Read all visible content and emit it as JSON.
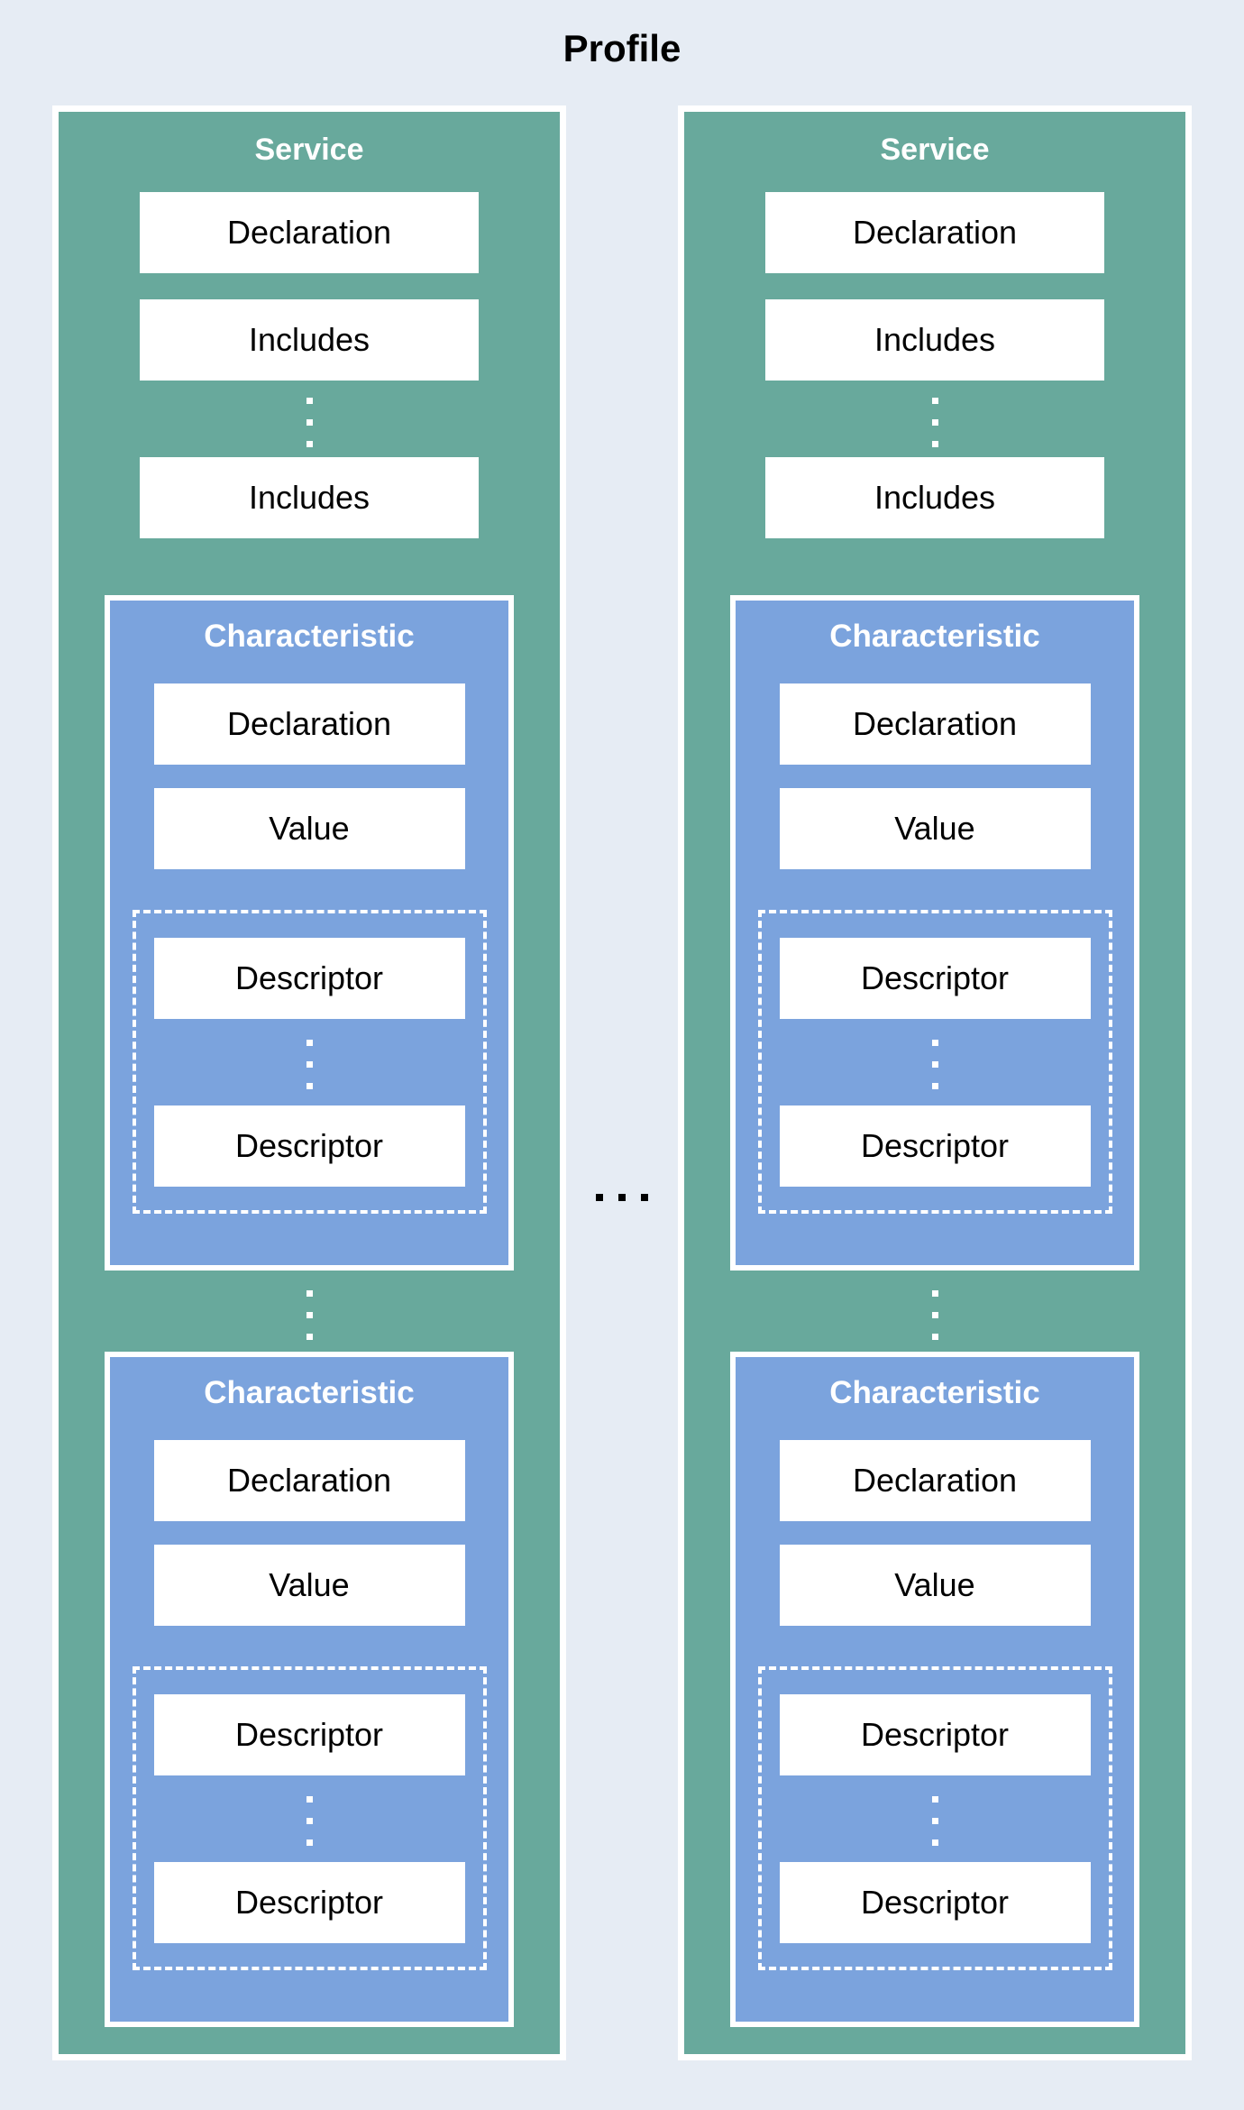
{
  "title": "Profile",
  "colors": {
    "background": "#e6ecf4",
    "service_fill": "#68a99c",
    "characteristic_fill": "#7ba3dd",
    "box_fill": "#ffffff",
    "title_text": "#000000",
    "label_text": "#ffffff"
  },
  "services": [
    {
      "title": "Service",
      "declaration": "Declaration",
      "includes": [
        "Includes",
        "Includes"
      ],
      "characteristics": [
        {
          "title": "Characteristic",
          "declaration": "Declaration",
          "value": "Value",
          "descriptors": [
            "Descriptor",
            "Descriptor"
          ]
        },
        {
          "title": "Characteristic",
          "declaration": "Declaration",
          "value": "Value",
          "descriptors": [
            "Descriptor",
            "Descriptor"
          ]
        }
      ]
    },
    {
      "title": "Service",
      "declaration": "Declaration",
      "includes": [
        "Includes",
        "Includes"
      ],
      "characteristics": [
        {
          "title": "Characteristic",
          "declaration": "Declaration",
          "value": "Value",
          "descriptors": [
            "Descriptor",
            "Descriptor"
          ]
        },
        {
          "title": "Characteristic",
          "declaration": "Declaration",
          "value": "Value",
          "descriptors": [
            "Descriptor",
            "Descriptor"
          ]
        }
      ]
    }
  ]
}
